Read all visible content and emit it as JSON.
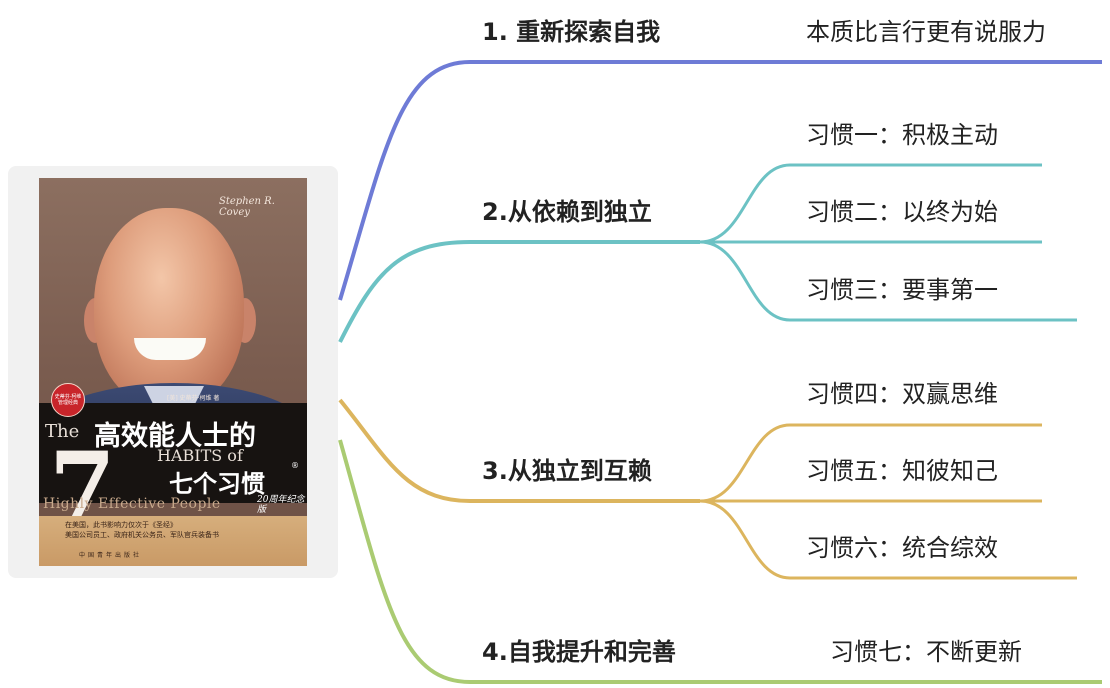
{
  "book": {
    "author": "Stephen R. Covey",
    "badge": "史蒂芬·柯维 管理经典",
    "translator": "[美] 史蒂芬·柯维 著",
    "the": "The",
    "title_cn_1": "高效能人士的",
    "seven": "7",
    "habits_of": "HABITS of",
    "title_cn_2": "七个习惯",
    "registered": "®",
    "highly": "Highly Effective People",
    "anniversary": "20周年纪念版",
    "blurb_1": "在美国，此书影响力仅次于《圣经》",
    "blurb_2": "美国公司员工、政府机关公务员、军队官兵装备书",
    "publisher": "中国青年出版社"
  },
  "branches": [
    {
      "label": "1. 重新探索自我",
      "color": "#6e7bd6",
      "leaves": [
        "本质比言行更有说服力"
      ]
    },
    {
      "label": "2.从依赖到独立",
      "color": "#6cc2c4",
      "leaves": [
        "习惯一：积极主动",
        "习惯二：以终为始",
        "习惯三：要事第一"
      ]
    },
    {
      "label": "3.从独立到互赖",
      "color": "#dcb55e",
      "leaves": [
        "习惯四：双赢思维",
        "习惯五：知彼知己",
        "习惯六：统合综效"
      ]
    },
    {
      "label": "4.自我提升和完善",
      "color": "#aacb72",
      "leaves": [
        "习惯七：不断更新"
      ]
    }
  ]
}
